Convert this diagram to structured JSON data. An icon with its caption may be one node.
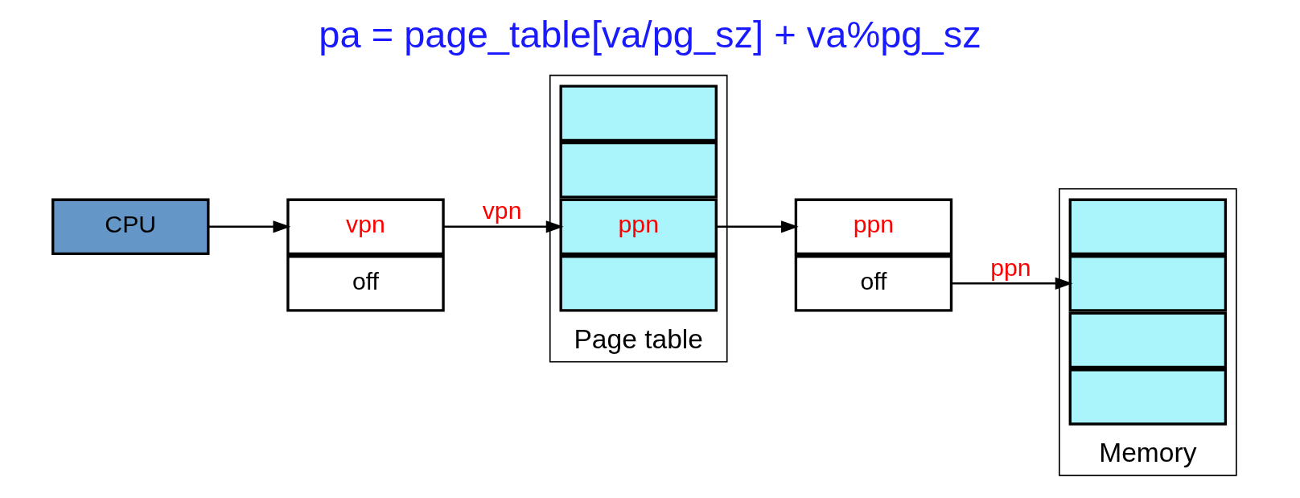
{
  "diagram": {
    "title": "pa = page_table[va/pg_sz] + va%pg_sz",
    "nodes": [
      {
        "text": [
          "CPU"
        ]
      },
      {
        "text": [
          "vpn"
        ]
      },
      {
        "text": [
          "off"
        ]
      },
      {
        "text": [
          "Page table"
        ]
      },
      {
        "text": [],
        "shape": "box",
        "in": 3
      },
      {
        "text": [],
        "shape": "box",
        "in": 3
      },
      {
        "text": [
          "ppn"
        ],
        "in": 3
      },
      {
        "text": [],
        "shape": "box",
        "in": 3
      },
      {
        "text": [
          "ppn"
        ]
      },
      {
        "text": [
          "off"
        ]
      },
      {
        "text": [
          "Memory"
        ]
      },
      {
        "text": [],
        "shape": "box",
        "in": 10
      },
      {
        "text": [],
        "shape": "box",
        "in": 10
      },
      {
        "text": [],
        "shape": "box",
        "in": 10
      },
      {
        "text": [],
        "shape": "box",
        "in": 10
      }
    ],
    "edges": [
      {
        "from": 0,
        "to": 1,
        "arrow": "to"
      },
      {
        "from": 1,
        "to": 6,
        "arrow": "to",
        "label": "vpn"
      },
      {
        "from": 6,
        "to": 8,
        "arrow": "to"
      },
      {
        "from": 9,
        "to": 12,
        "arrow": "to",
        "label": "ppn"
      }
    ]
  }
}
